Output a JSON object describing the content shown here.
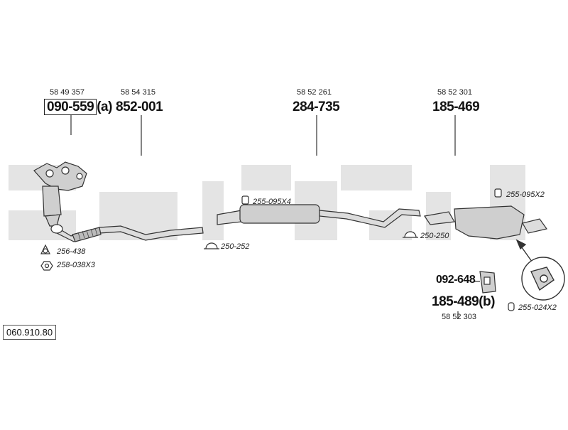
{
  "parts": [
    {
      "oem": "58 49 357",
      "number": "090-559",
      "suffix": "(a)"
    },
    {
      "oem": "58 54 315",
      "number": "852-001",
      "suffix": ""
    },
    {
      "oem": "58 52 261",
      "number": "284-735",
      "suffix": ""
    },
    {
      "oem": "58 52 301",
      "number": "185-469",
      "suffix": ""
    },
    {
      "oem": "",
      "number": "092-648",
      "suffix": ""
    },
    {
      "oem": "58 52 303",
      "number": "185-489",
      "suffix": "(b)"
    }
  ],
  "accessories": [
    {
      "code": "256-438",
      "icon": "gasket-ring-icon"
    },
    {
      "code": "258-038X3",
      "icon": "nut-icon"
    },
    {
      "code": "250-252",
      "icon": "pipe-clamp-icon"
    },
    {
      "code": "255-095X4",
      "icon": "rubber-hanger-icon"
    },
    {
      "code": "250-250",
      "icon": "pipe-clamp-icon"
    },
    {
      "code": "255-095X2",
      "icon": "rubber-hanger-icon"
    },
    {
      "code": "255-024X2",
      "icon": "rubber-ring-icon"
    }
  ],
  "reference_code": "060.910.80",
  "colors": {
    "silhouette": "#e4e4e4",
    "line": "#333333",
    "part_fill": "#cfcfcf"
  }
}
